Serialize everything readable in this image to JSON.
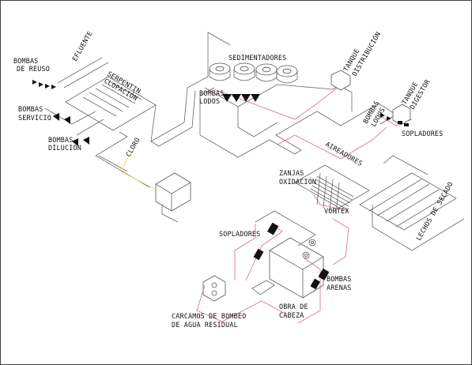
{
  "labels": {
    "efluente": "EFLUENTE",
    "bombas_reuso_1": "BOMBAS",
    "bombas_reuso_2": "DE REUSO",
    "serpentin_1": "SERPENTIN",
    "serpentin_2": "CLOPACIÓN",
    "bombas_servicio_1": "BOMBAS",
    "bombas_servicio_2": "SERVICIO",
    "bombas_dilucion_1": "BOMBAS",
    "bombas_dilucion_2": "DILUCIÓN",
    "cloro": "CLORO",
    "sedimentadores": "SEDIMENTADORES",
    "bombas_lodos_1": "BOMBAS",
    "bombas_lodos_2": "LODOS",
    "tanque_distribucion_1": "TANQUE",
    "tanque_distribucion_2": "DISTRIBUCIÓN",
    "bombas_lodos_v1": "BOMBAS",
    "bombas_lodos_v2": "LODOS",
    "tanque_digestor_1": "TANQUE",
    "tanque_digestor_2": "DIGESTOR",
    "sopladores_right": "SOPLADORES",
    "aireadores": "AIREADORES",
    "zanjas_1": "ZANJAS",
    "zanjas_2": "OXIDACIÓN",
    "vortex": "VORTEX",
    "lechos_secado": "LECHOS DE SECADO",
    "sopladores_bottom": "SOPLADORES",
    "bombas_arenas_1": "BOMBAS",
    "bombas_arenas_2": "ARENAS",
    "obra_cabeza_1": "OBRA DE",
    "obra_cabeza_2": "CABEZA",
    "carcamos_1": "CARCAMOS DE BOMBEO",
    "carcamos_2": "DE AGUA RESIDUAL"
  },
  "colors": {
    "pipe": "#666666",
    "sludge_line": "#d4707a",
    "chlorine_line": "#e2e04c",
    "equipment": "#111111"
  }
}
